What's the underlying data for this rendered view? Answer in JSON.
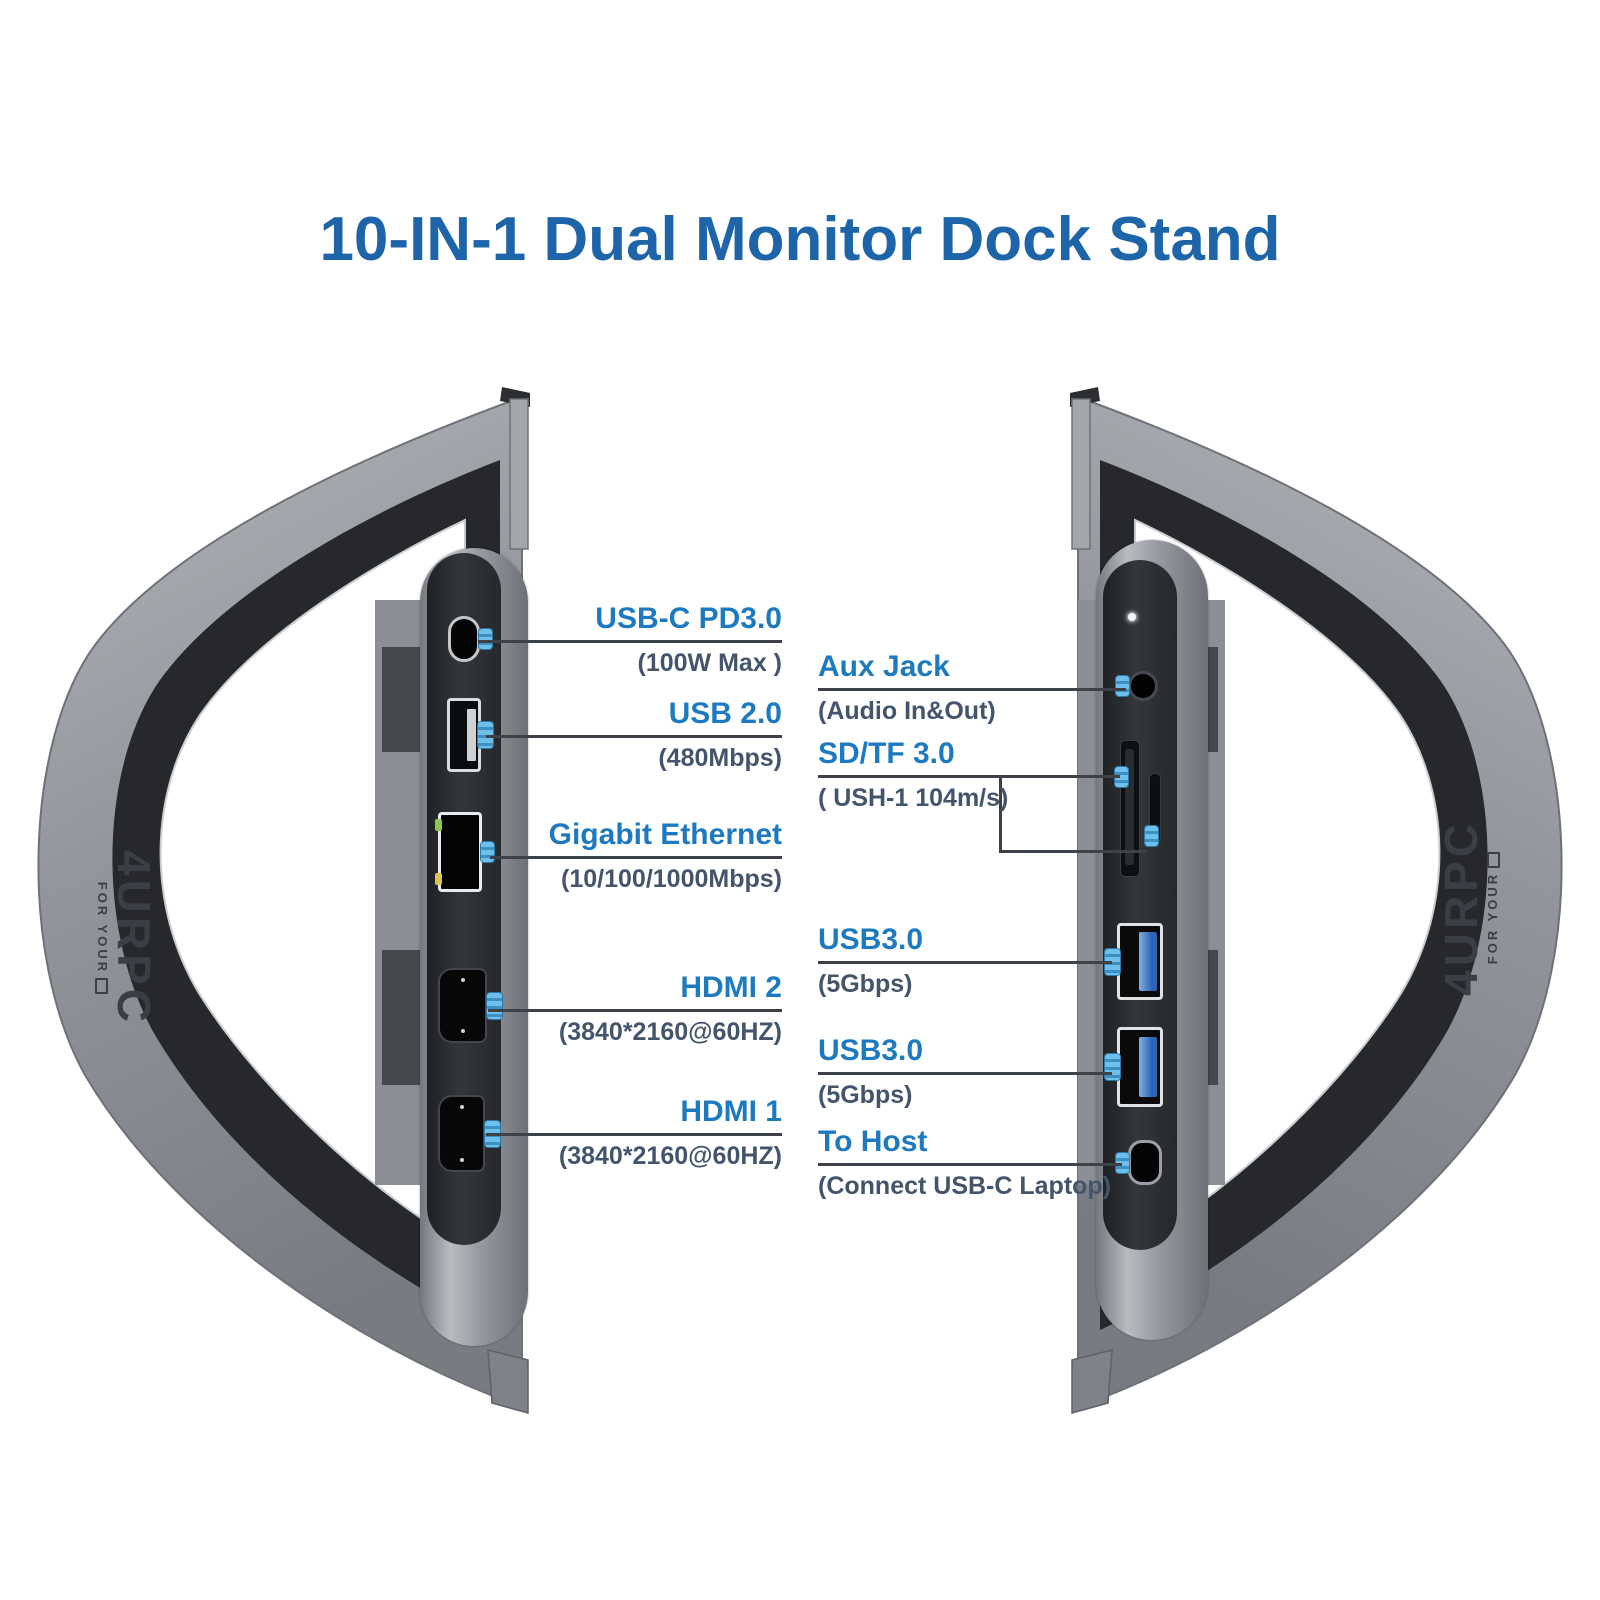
{
  "title": {
    "text": "10-IN-1 Dual Monitor Dock Stand"
  },
  "brand": {
    "name": "4URPC",
    "tagline": "FOR YOUR"
  },
  "colors": {
    "title_blue": "#1d64a8",
    "label_blue": "#1e7ac0",
    "spec_slate": "#44546b",
    "line_dark": "#3d4249",
    "accent_plug_blue": "#58b0e0",
    "stand_gray": "#94979d",
    "dock_black": "#2a2c30"
  },
  "callouts": {
    "left": [
      {
        "label": "USB-C PD3.0",
        "spec": "(100W Max )"
      },
      {
        "label": "USB 2.0",
        "spec": "(480Mbps)"
      },
      {
        "label": "Gigabit Ethernet",
        "spec": "(10/100/1000Mbps)"
      },
      {
        "label": "HDMI 2",
        "spec": "(3840*2160@60HZ)"
      },
      {
        "label": "HDMI 1",
        "spec": "(3840*2160@60HZ)"
      }
    ],
    "right": [
      {
        "label": "Aux Jack",
        "spec": "(Audio In&Out)"
      },
      {
        "label": "SD/TF 3.0",
        "spec": "( USH-1 104m/s)"
      },
      {
        "label": "USB3.0",
        "spec": "(5Gbps)"
      },
      {
        "label": "USB3.0",
        "spec": "(5Gbps)"
      },
      {
        "label": "To Host",
        "spec": "(Connect USB-C Laptop)"
      }
    ]
  }
}
